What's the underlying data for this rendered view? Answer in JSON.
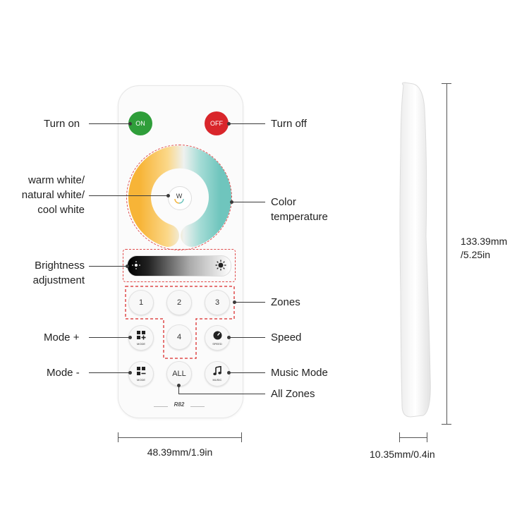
{
  "labels": {
    "turn_on": "Turn on",
    "turn_off": "Turn off",
    "warm_line1": "warm white/",
    "warm_line2": "natural white/",
    "warm_line3": "cool white",
    "color_temp_line1": "Color",
    "color_temp_line2": "temperature",
    "brightness_line1": "Brightness",
    "brightness_line2": "adjustment",
    "zones": "Zones",
    "mode_plus": "Mode +",
    "speed": "Speed",
    "mode_minus": "Mode -",
    "music_mode": "Music Mode",
    "all_zones": "All Zones"
  },
  "remote": {
    "on_button": "ON",
    "off_button": "OFF",
    "wheel_center": "W",
    "zone_buttons": [
      "1",
      "2",
      "3",
      "4"
    ],
    "all_button": "ALL",
    "mode_sub": "MODE",
    "speed_sub": "SPEED",
    "music_sub": "MUSIC",
    "model": "R82"
  },
  "dimensions": {
    "width": "48.39mm/1.9in",
    "height_line1": "133.39mm",
    "height_line2": "/5.25in",
    "thickness": "10.35mm/0.4in"
  },
  "colors": {
    "on": "#2f9e3a",
    "off": "#d9262b",
    "dashed": "#e04a4a"
  }
}
